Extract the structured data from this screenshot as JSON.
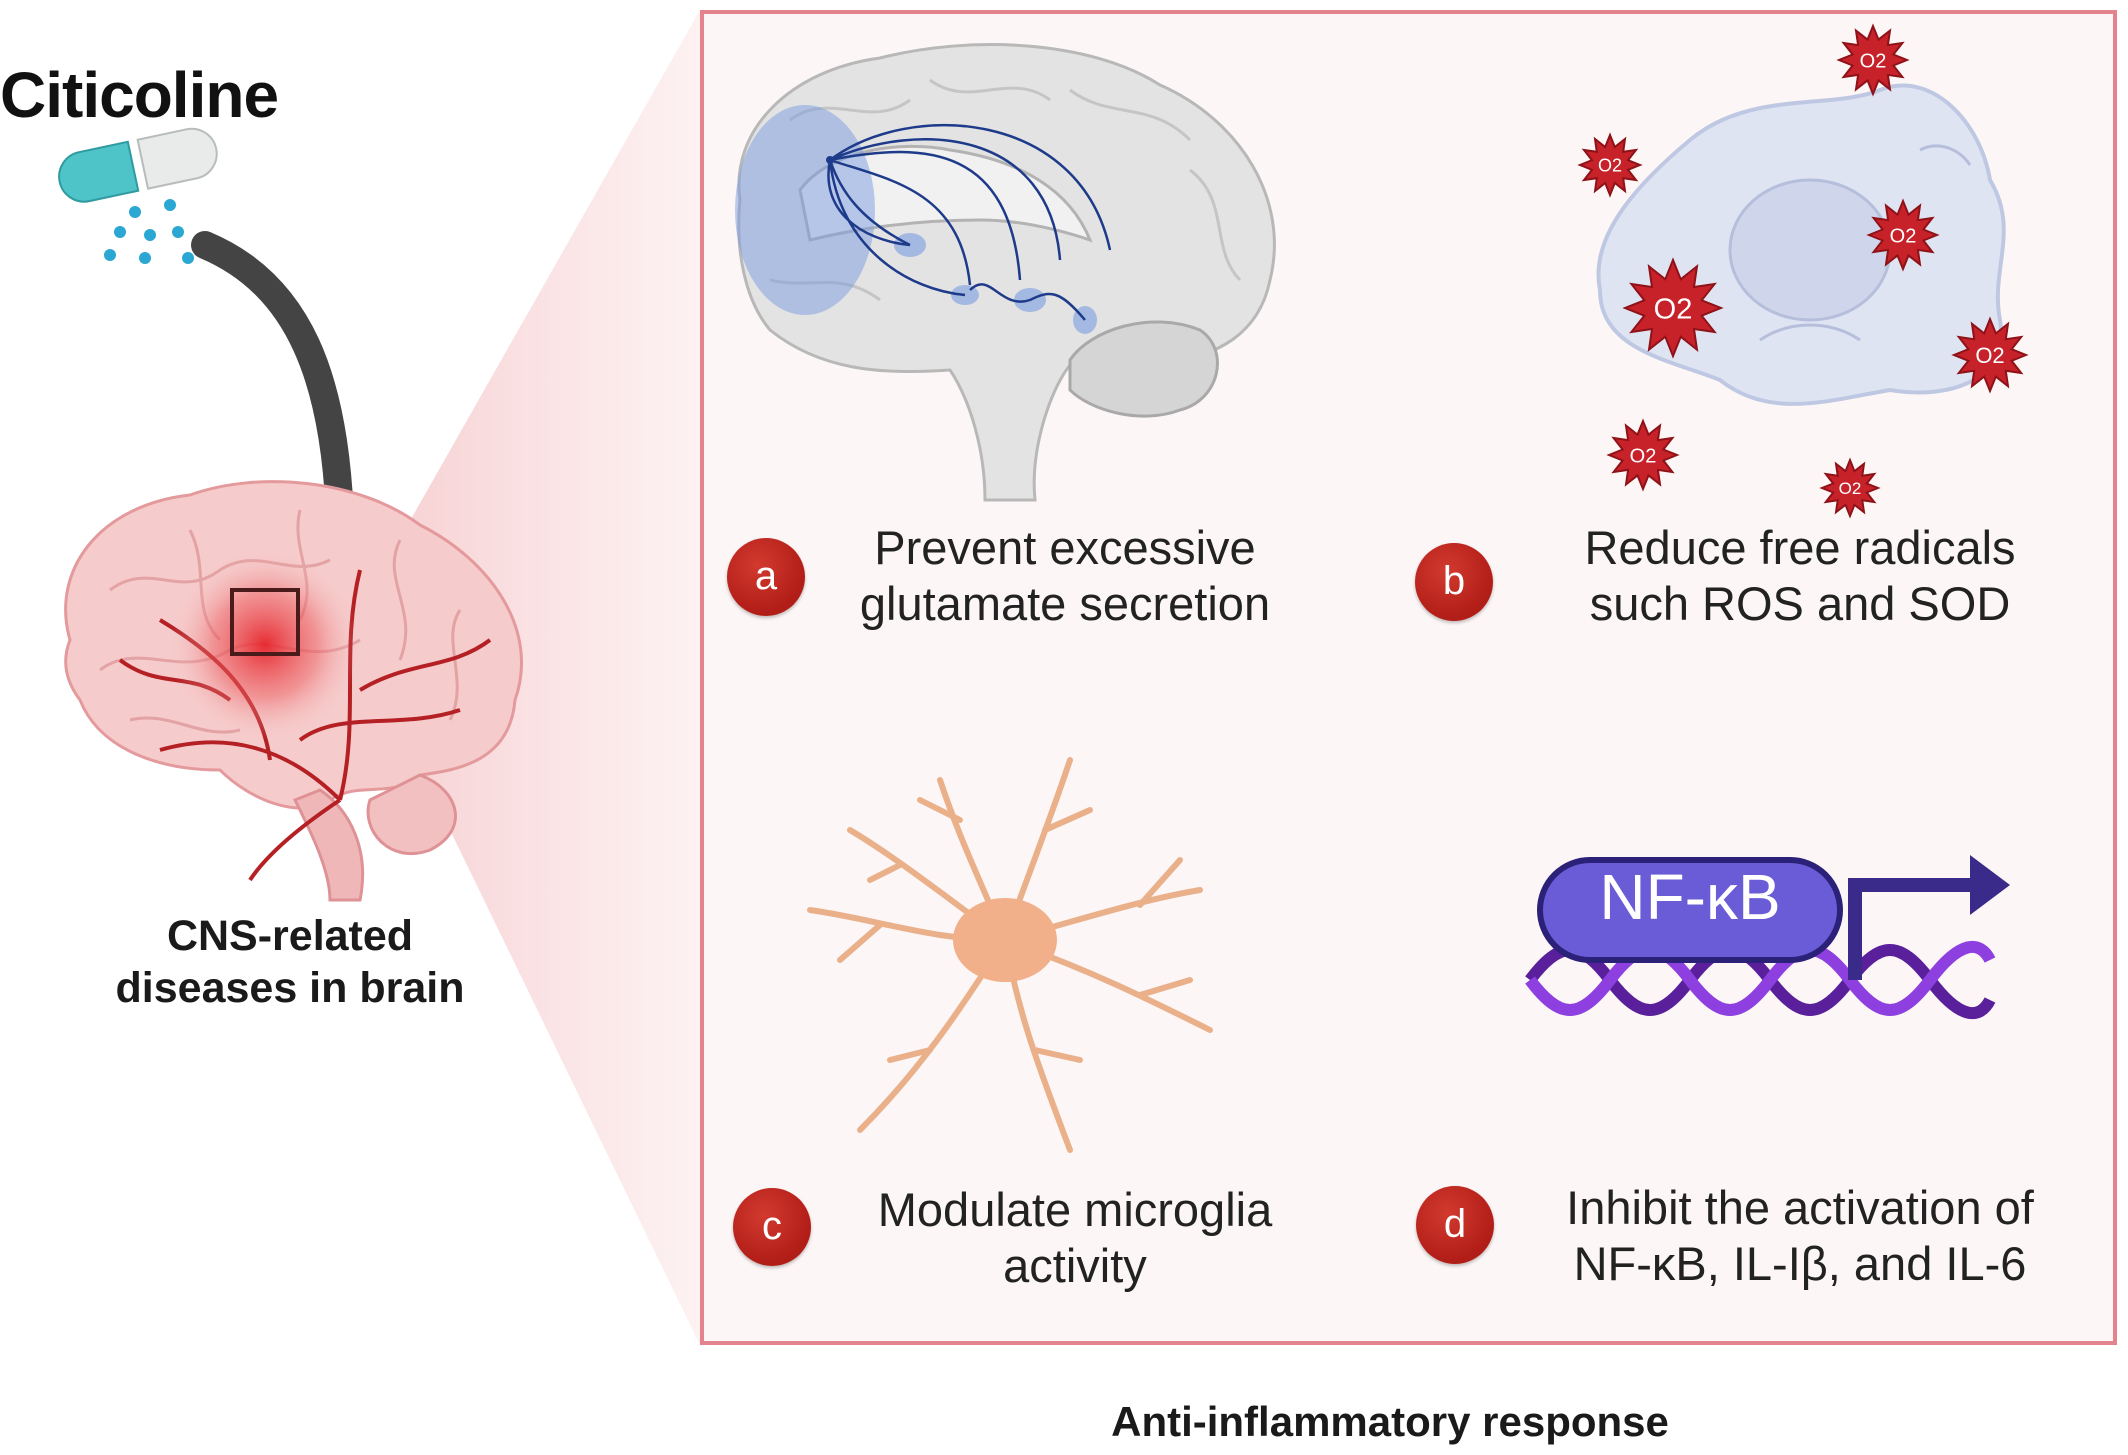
{
  "title": "Citicoline",
  "cns_label_line1": "CNS-related",
  "cns_label_line2": "diseases in brain",
  "footer": "Anti-inflammatory response",
  "panels": [
    {
      "badge": "a",
      "line1": "Prevent excessive",
      "line2": "glutamate secretion"
    },
    {
      "badge": "b",
      "line1": "Reduce free radicals",
      "line2": "such ROS and SOD"
    },
    {
      "badge": "c",
      "line1": "Modulate microglia",
      "line2": "activity"
    },
    {
      "badge": "d",
      "line1": "Inhibit the activation of",
      "line2": "NF-κB, IL-Iβ, and IL-6"
    }
  ],
  "nfkb_label": "NF-κB",
  "radical_label": "O2",
  "colors": {
    "panel_border": "#e3838d",
    "badge": "#c0271f",
    "radical": "#c7222a",
    "nfkb_fill": "#6a5bd6",
    "dna": "#6b2bb8"
  }
}
